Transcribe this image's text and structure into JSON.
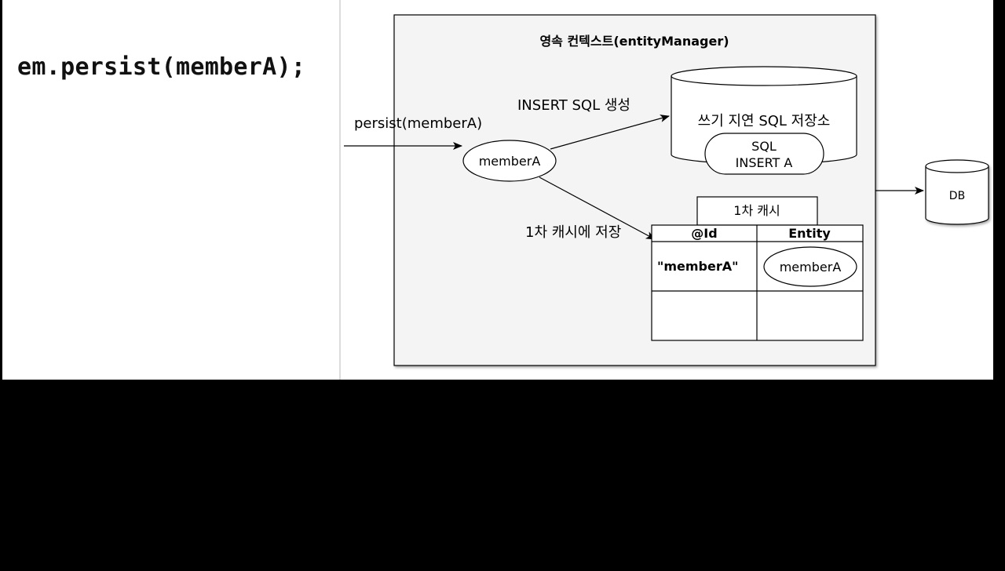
{
  "code": {
    "text": "em.persist(memberA);"
  },
  "diagram": {
    "context_title": "영속 컨텍스트(entityManager)",
    "persist_call": "persist(memberA)",
    "entity_node": "memberA",
    "insert_label": "INSERT SQL 생성",
    "store_title": "쓰기 지연 SQL 저장소",
    "store_entry": {
      "line1": "SQL",
      "line2": "INSERT A"
    },
    "save_cache_label": "1차 캐시에 저장",
    "cache_title": "1차 캐시",
    "cache_table": {
      "headers": [
        "@Id",
        "Entity"
      ],
      "rows": [
        {
          "id": "\"memberA\"",
          "entity": "memberA"
        },
        {
          "id": "",
          "entity": ""
        }
      ]
    },
    "db_label": "DB"
  },
  "colors": {
    "context_bg": "#f4f4f4",
    "page_bg": "#000000",
    "slide_bg": "#ffffff"
  }
}
